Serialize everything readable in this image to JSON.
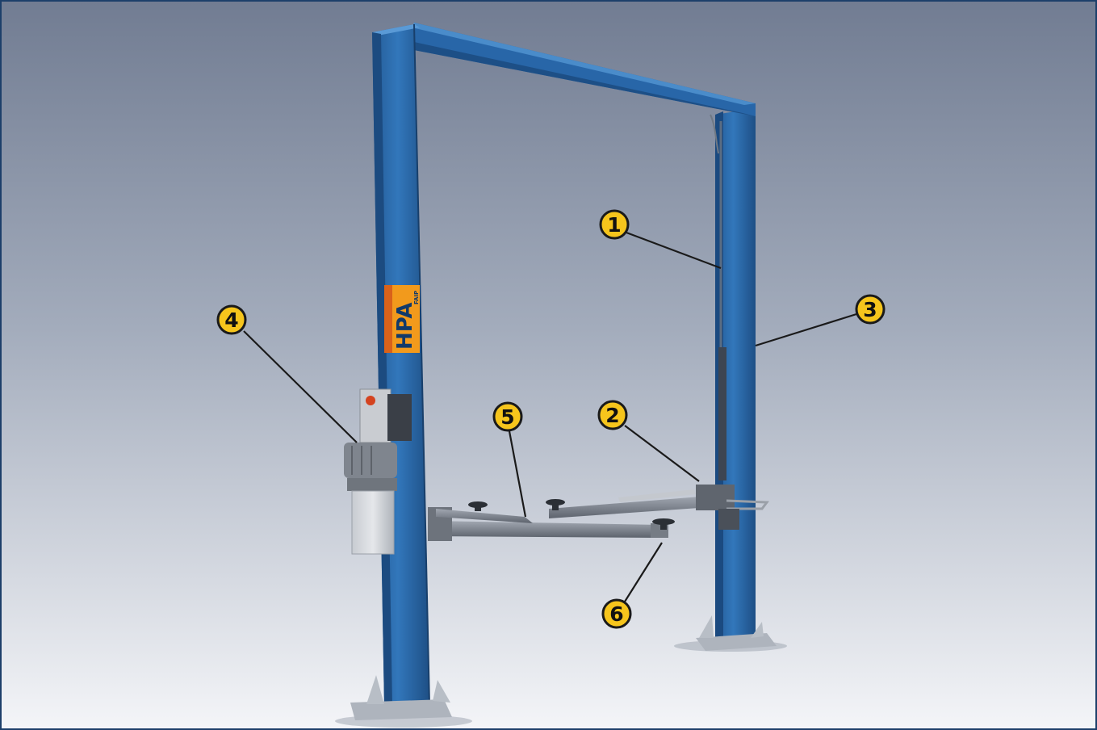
{
  "figure": {
    "subject": "two-post vehicle lift",
    "colors": {
      "background_top": "#717c92",
      "background_bottom": "#f4f5f8",
      "frame": "#1d3f6a",
      "column": "#2e6fb3",
      "column_shadow": "#1f4f86",
      "column_highlight": "#4a8cca",
      "arm": "#7d8490",
      "callout_fill": "#f6c51c",
      "callout_stroke": "#1a1a1a",
      "leader": "#1a1a1a"
    },
    "logo": {
      "text": "HPA",
      "subtext": "FAIP"
    },
    "callouts": [
      {
        "id": "1",
        "label": "1"
      },
      {
        "id": "2",
        "label": "2"
      },
      {
        "id": "3",
        "label": "3"
      },
      {
        "id": "4",
        "label": "4"
      },
      {
        "id": "5",
        "label": "5"
      },
      {
        "id": "6",
        "label": "6"
      }
    ]
  }
}
